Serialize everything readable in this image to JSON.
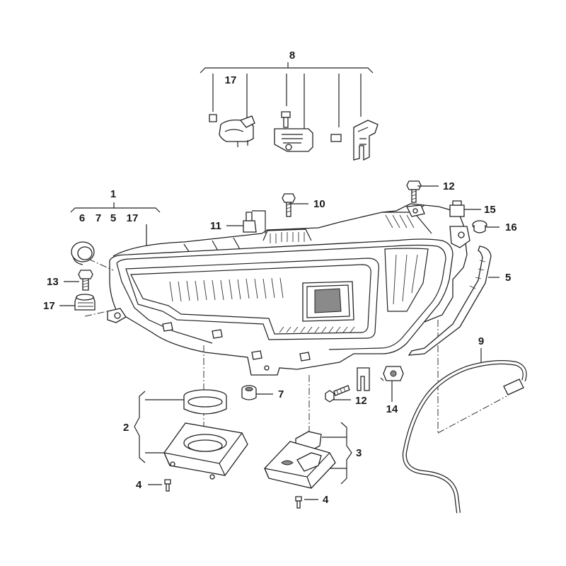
{
  "callouts": {
    "c1": "1",
    "c2": "2",
    "c3": "3",
    "c4a": "4",
    "c4b": "4",
    "c5a": "5",
    "c5b": "5",
    "c6": "6",
    "c7a": "7",
    "c7b": "7",
    "c8": "8",
    "c9": "9",
    "c10": "10",
    "c11": "11",
    "c12a": "12",
    "c12b": "12",
    "c13": "13",
    "c14": "14",
    "c15": "15",
    "c16": "16",
    "c17a": "17",
    "c17b": "17",
    "c17c": "17"
  }
}
